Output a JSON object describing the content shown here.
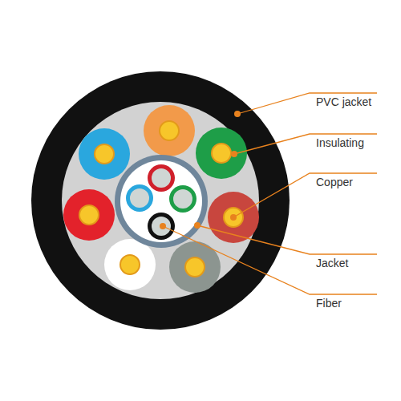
{
  "diagram": {
    "labels": [
      "PVC jacket",
      "Insulating",
      "Copper",
      "Jacket",
      "Fiber"
    ]
  }
}
